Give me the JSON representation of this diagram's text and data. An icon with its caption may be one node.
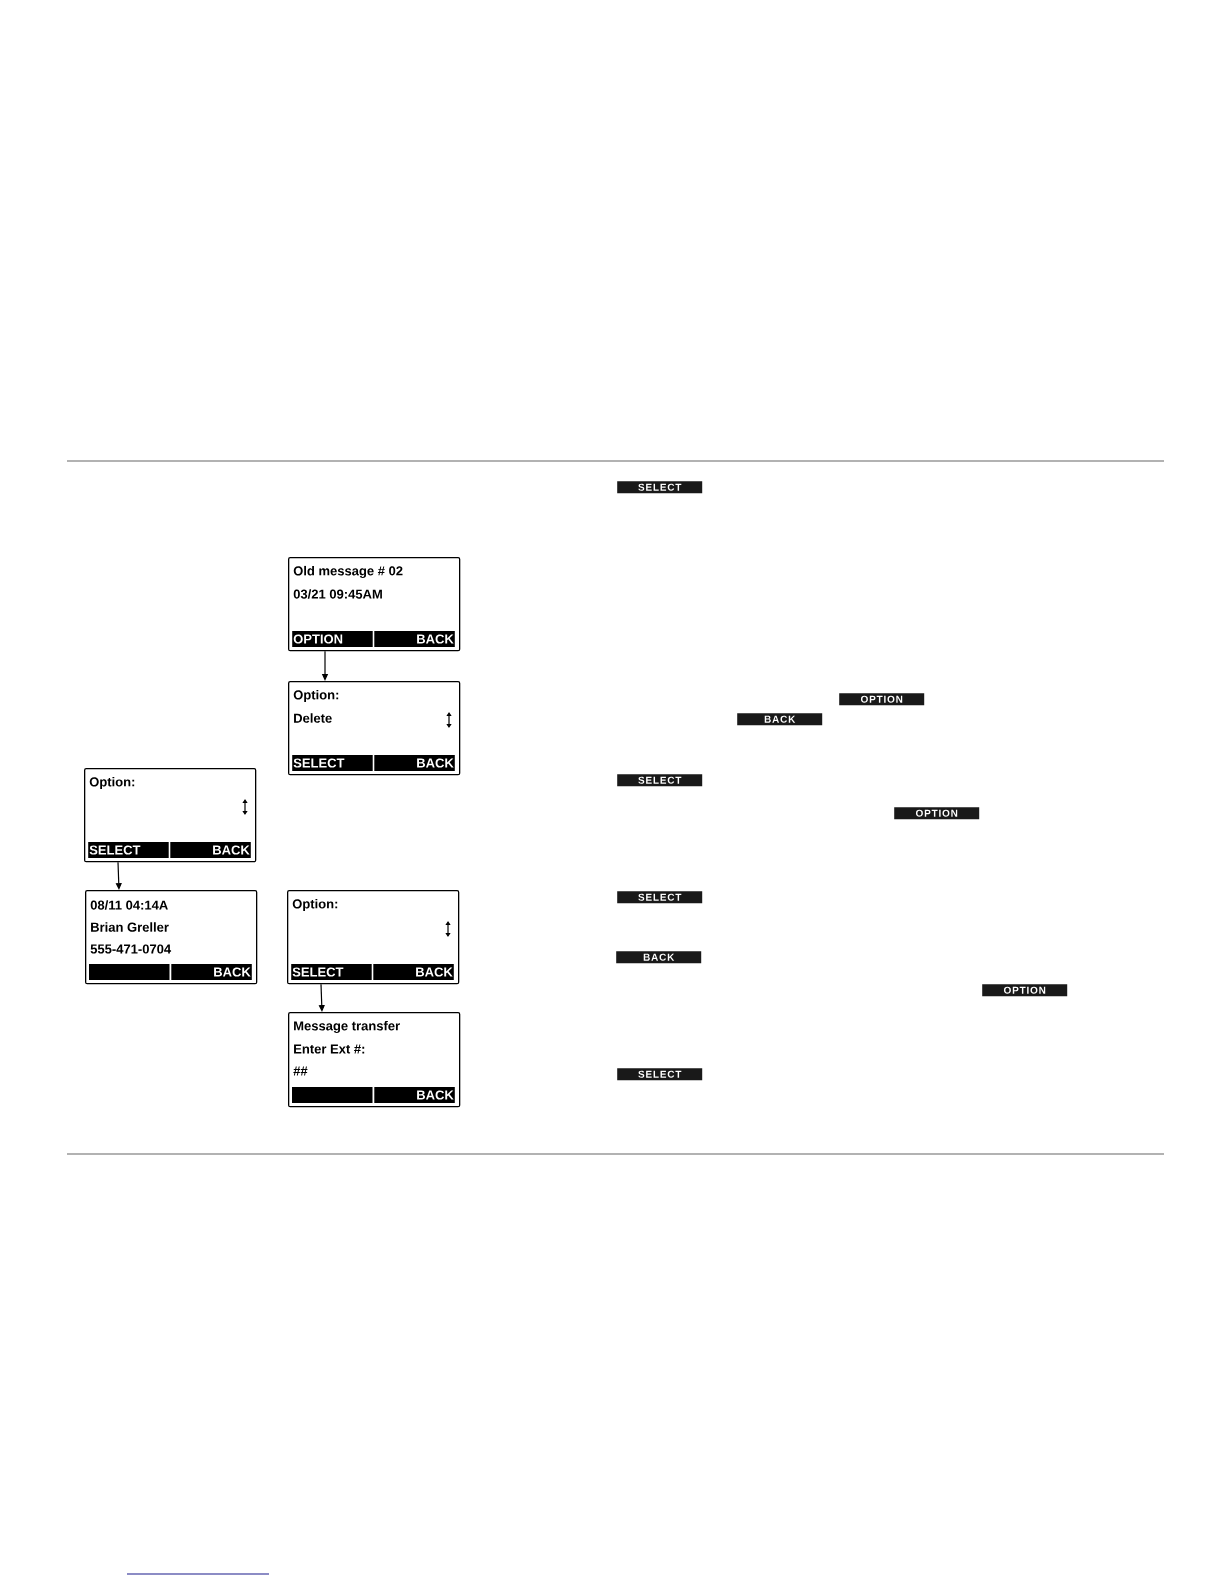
{
  "diagram": {
    "nodes": [
      {
        "text": [
          "Old message # 02",
          "03/21 09:45AM",
          "OPTION",
          "BACK"
        ]
      },
      {
        "text": [
          "Option:",
          "Delete",
          "SELECT",
          "BACK"
        ]
      },
      {
        "text": [
          "Option:",
          "SELECT",
          "BACK"
        ]
      },
      {
        "text": [
          "08/11 04:14A",
          "Brian Greller",
          "555-471-0704",
          "BACK"
        ]
      },
      {
        "text": [
          "Option:",
          "SELECT",
          "BACK"
        ]
      },
      {
        "text": [
          "Message transfer",
          "Enter Ext #:",
          "##",
          "BACK"
        ]
      }
    ],
    "edges": [
      {
        "from": 0,
        "to": 1,
        "arrow": "to"
      },
      {
        "from": 2,
        "to": 3,
        "arrow": "to"
      },
      {
        "from": 4,
        "to": 5,
        "arrow": "to"
      }
    ],
    "labels": [
      "SELECT",
      "OPTION",
      "BACK",
      "SELECT",
      "OPTION",
      "SELECT",
      "BACK",
      "OPTION",
      "SELECT"
    ]
  }
}
